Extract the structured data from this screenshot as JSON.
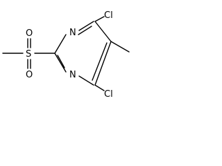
{
  "molecule": {
    "atoms": {
      "ring_n_upper": "N",
      "ring_n_lower": "N",
      "cl_upper": "Cl",
      "cl_lower": "Cl",
      "sulfur": "S",
      "oxygen_upper": "O",
      "oxygen_lower": "O"
    },
    "bond_color": "#000000"
  }
}
